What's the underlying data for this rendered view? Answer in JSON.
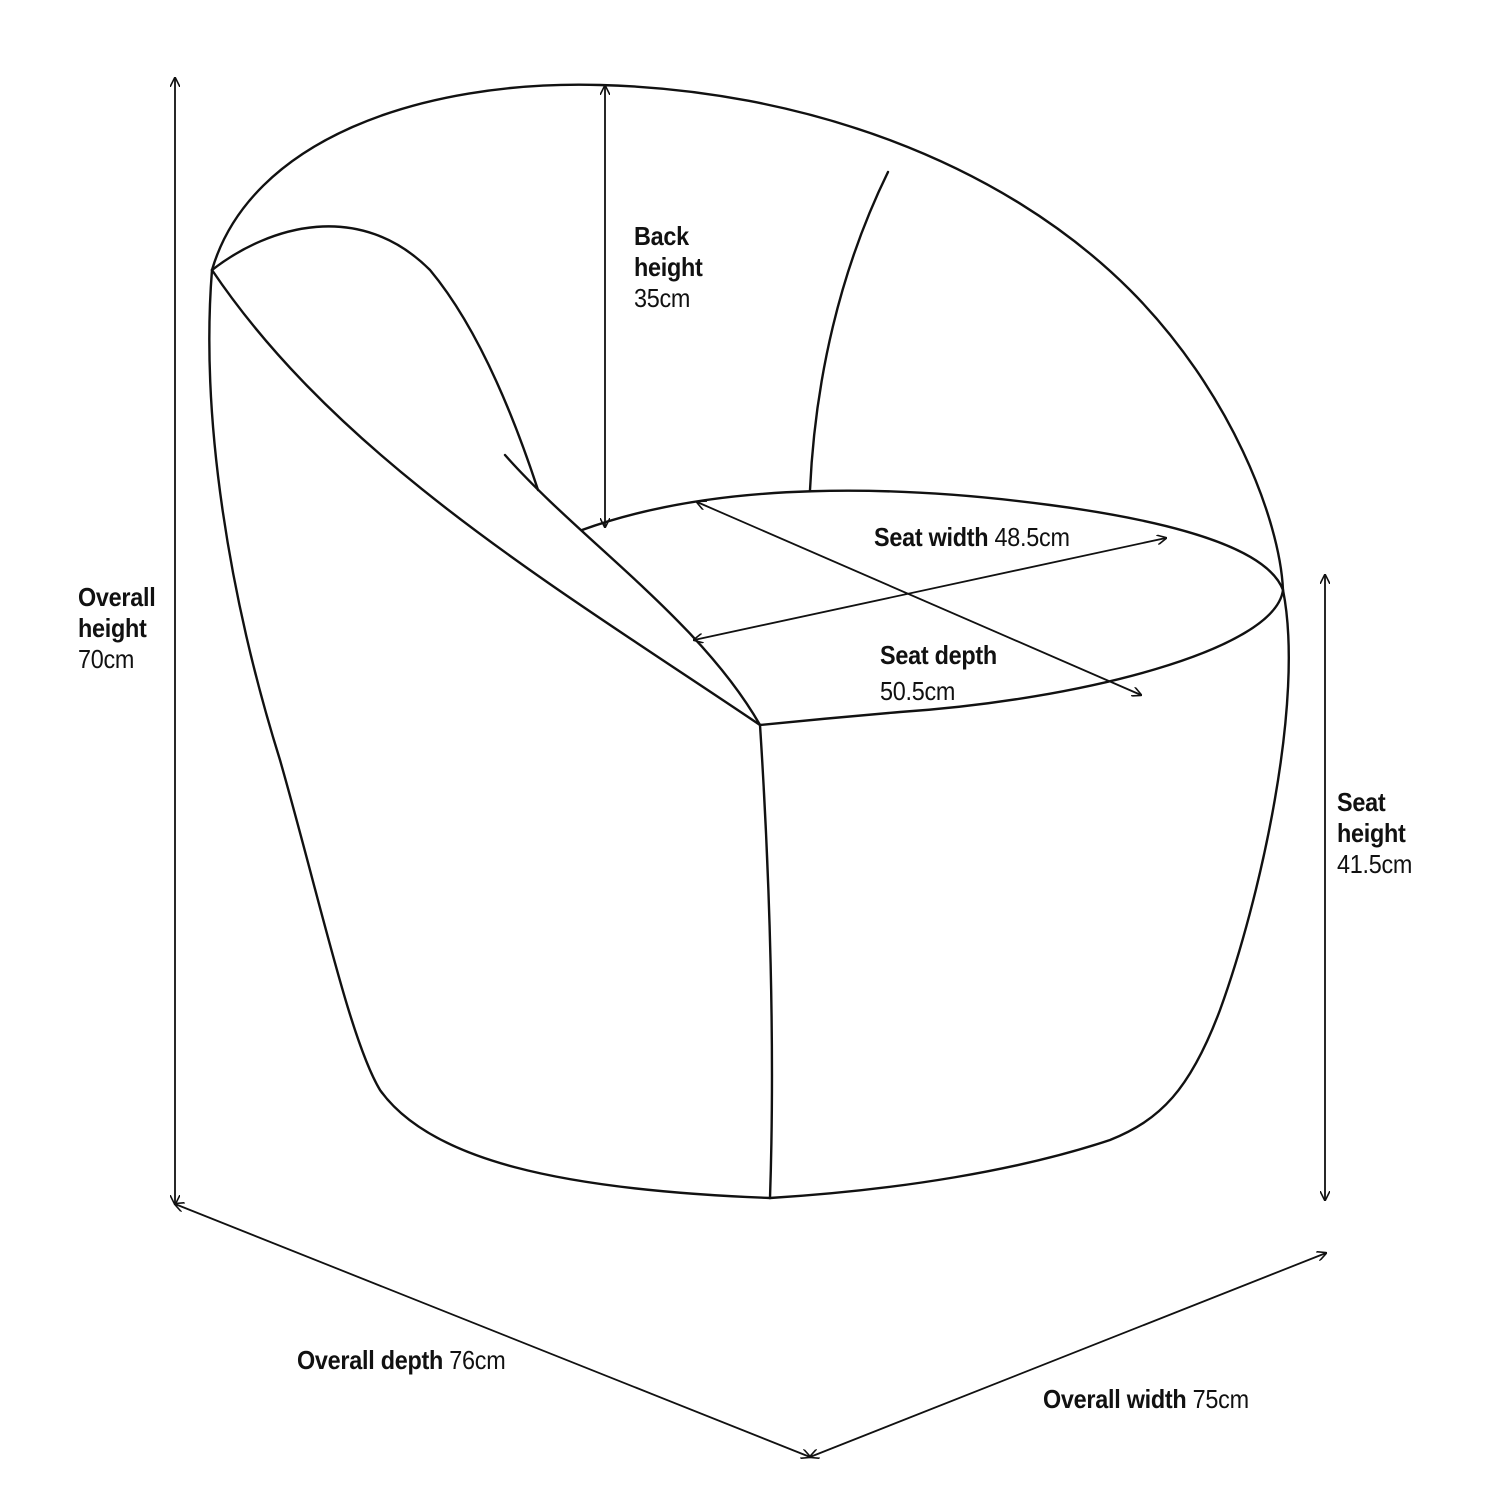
{
  "colors": {
    "stroke": "#111111",
    "background": "#ffffff"
  },
  "dimensions": {
    "back_height": {
      "name_line1": "Back",
      "name_line2": "height",
      "value": "35cm"
    },
    "overall_height": {
      "name_line1": "Overall",
      "name_line2": "height",
      "value": "70cm"
    },
    "seat_height": {
      "name_line1": "Seat",
      "name_line2": "height",
      "value": "41.5cm"
    },
    "seat_width": {
      "name": "Seat width",
      "value": "48.5cm"
    },
    "seat_depth": {
      "name": "Seat depth",
      "value": "50.5cm"
    },
    "overall_depth": {
      "name": "Overall depth",
      "value": "76cm"
    },
    "overall_width": {
      "name": "Overall width",
      "value": "75cm"
    }
  }
}
